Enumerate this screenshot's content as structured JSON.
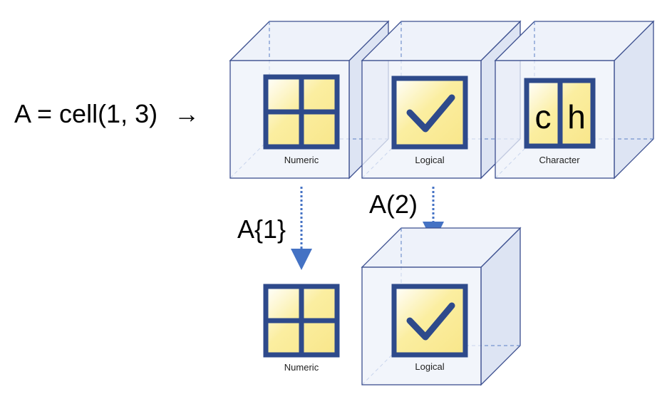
{
  "expression": "A = cell(1, 3)",
  "arrow_glyph": "→",
  "index_brace": "A{1}",
  "index_paren": "A(2)",
  "cells": [
    {
      "label": "Numeric",
      "icon": "grid-icon"
    },
    {
      "label": "Logical",
      "icon": "checkmark-icon"
    },
    {
      "label": "Character",
      "icon": "character-icon",
      "chars": [
        "c",
        "h"
      ]
    }
  ],
  "result_brace": {
    "label": "Numeric",
    "icon": "grid-icon"
  },
  "result_paren": {
    "label": "Logical",
    "icon": "checkmark-icon"
  },
  "colors": {
    "cube_face": "#eef2fa",
    "cube_side": "#dde4f3",
    "cube_edge": "#3c4f8f",
    "hidden_edge": "#5b7fc4",
    "icon_border": "#2e4a8b",
    "icon_fill": "#fbeea0",
    "arrow": "#4472c4"
  }
}
